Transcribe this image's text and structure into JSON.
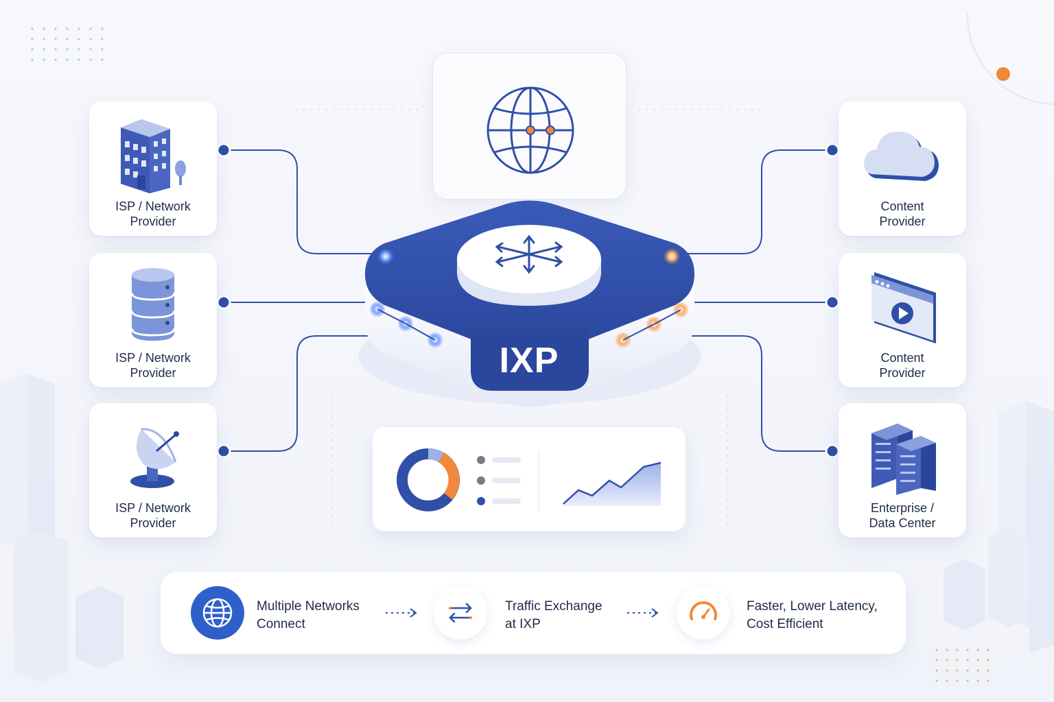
{
  "diagram": {
    "center_label": "IXP",
    "left_nodes": [
      {
        "label": "ISP / Network\nProvider",
        "icon": "office-building-icon"
      },
      {
        "label": "ISP / Network\nProvider",
        "icon": "database-server-icon"
      },
      {
        "label": "ISP / Network\nProvider",
        "icon": "satellite-dish-icon"
      }
    ],
    "right_nodes": [
      {
        "label": "Content\nProvider",
        "icon": "cloud-icon"
      },
      {
        "label": "Content\nProvider",
        "icon": "video-player-window-icon"
      },
      {
        "label": "Enterprise /\nData Center",
        "icon": "server-rack-icon"
      }
    ],
    "steps": [
      {
        "text": "Multiple Networks\nConnect",
        "icon": "globe-icon"
      },
      {
        "text": "Traffic Exchange\nat IXP",
        "icon": "exchange-arrows-icon"
      },
      {
        "text": "Faster, Lower Latency,\nCost Efficient",
        "icon": "speedometer-icon"
      }
    ],
    "colors": {
      "primary_blue": "#2f4fa8",
      "light_blue": "#8aa2e0",
      "accent_orange": "#f2883a",
      "text": "#1e2a4a"
    }
  }
}
